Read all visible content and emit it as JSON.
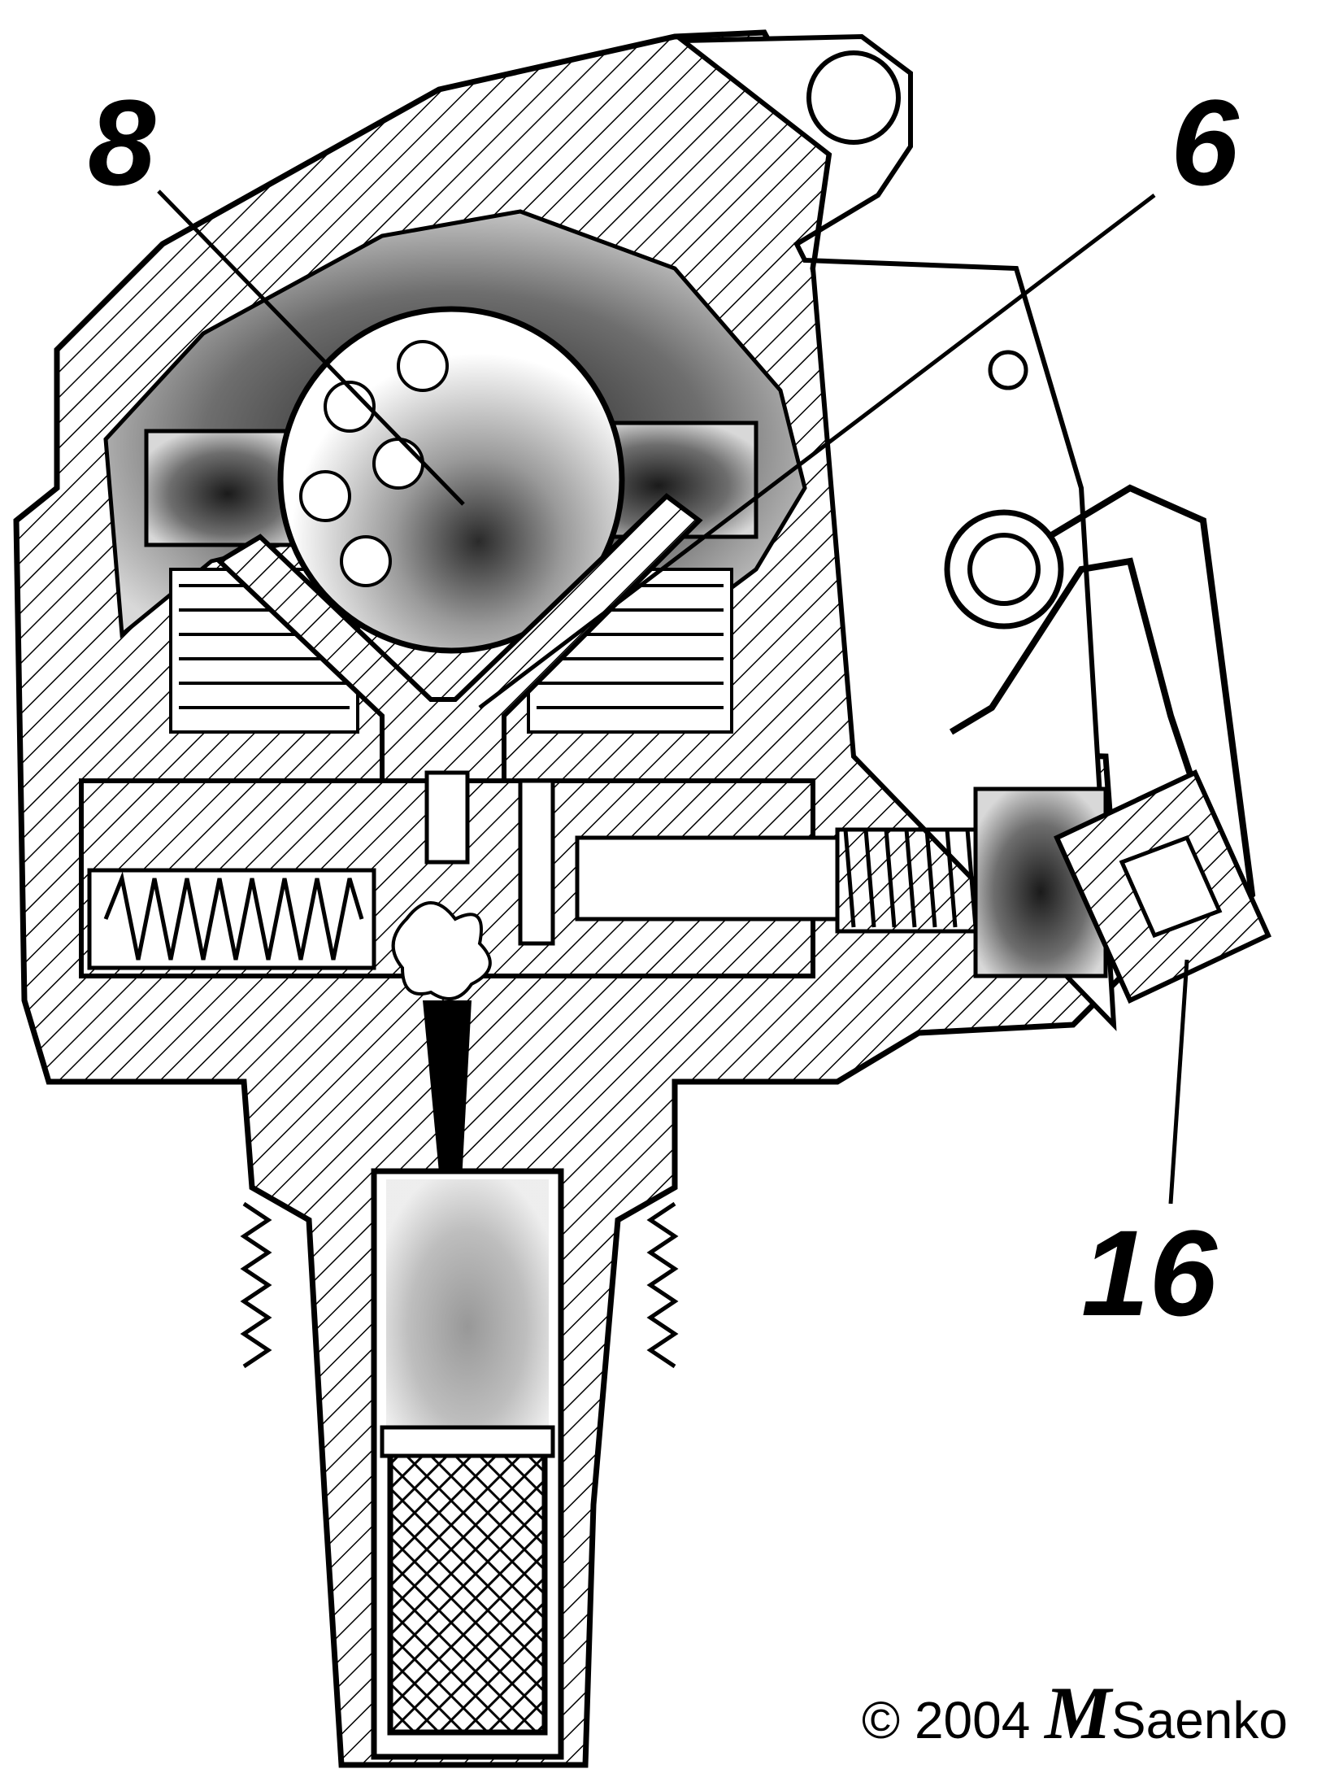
{
  "callouts": {
    "label_8": "8",
    "label_6": "6",
    "label_16": "16"
  },
  "credit": {
    "copyright": "© 2004",
    "initial": "M",
    "name": "Saenko"
  },
  "colors": {
    "ink": "#000000",
    "paper": "#ffffff",
    "shade": "#6e6e6e"
  }
}
